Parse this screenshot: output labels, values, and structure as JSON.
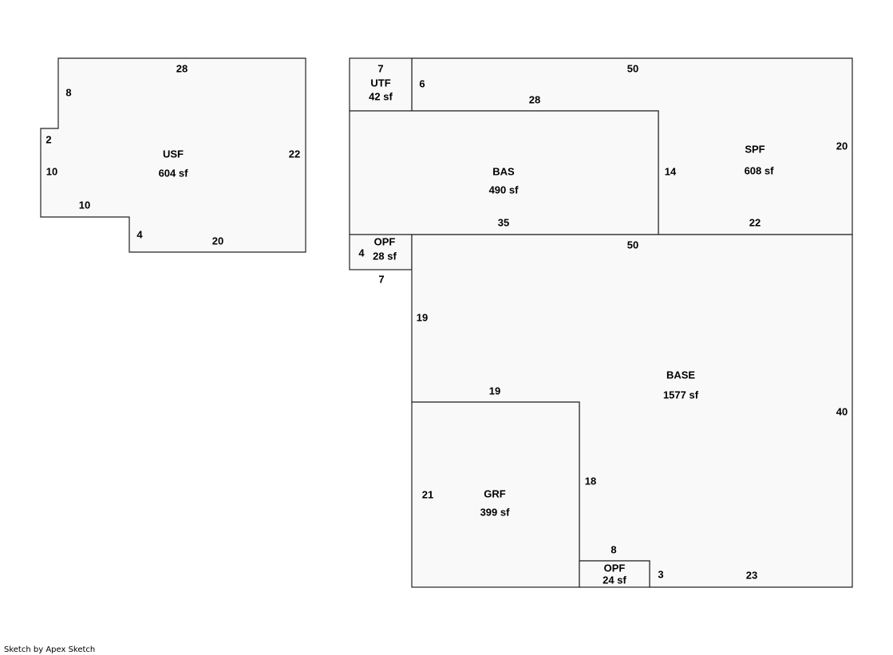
{
  "areas": {
    "usf": {
      "name": "USF",
      "area": "604 sf",
      "dims": [
        "28",
        "8",
        "2",
        "10",
        "10",
        "4",
        "20",
        "22"
      ]
    },
    "utf": {
      "name": "UTF",
      "area": "42 sf",
      "dims": [
        "7",
        "6"
      ]
    },
    "spf": {
      "name": "SPF",
      "area": "608 sf",
      "dims": [
        "50",
        "28",
        "14",
        "20",
        "22"
      ]
    },
    "bas": {
      "name": "BAS",
      "area": "490 sf",
      "dims": [
        "35"
      ]
    },
    "opf1": {
      "name": "OPF",
      "area": "28 sf",
      "dims": [
        "4",
        "7"
      ]
    },
    "base": {
      "name": "BASE",
      "area": "1577 sf",
      "dims": [
        "50",
        "19",
        "19",
        "40",
        "18",
        "23"
      ]
    },
    "grf": {
      "name": "GRF",
      "area": "399 sf",
      "dims": [
        "21"
      ]
    },
    "opf2": {
      "name": "OPF",
      "area": "24 sf",
      "dims": [
        "8",
        "3"
      ]
    }
  },
  "credit": "Sketch by Apex Sketch"
}
